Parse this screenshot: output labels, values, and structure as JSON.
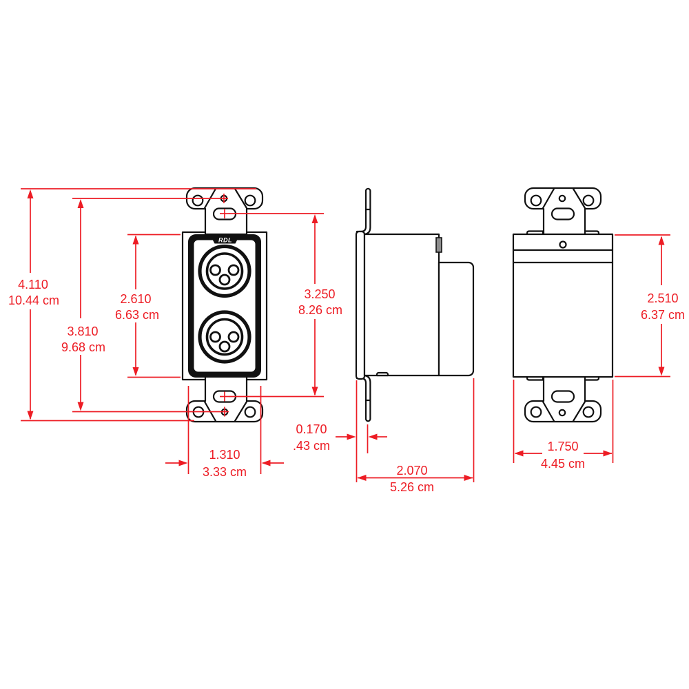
{
  "logo": "RDL",
  "colors": {
    "line": "#111111",
    "dimension": "#ed1c24",
    "background": "#ffffff",
    "ground_tab_fill": "#8d8d8d"
  },
  "dimensions": {
    "overall_height": {
      "in": "4.110",
      "cm": "10.44 cm"
    },
    "mount_hole_spacing": {
      "in": "3.810",
      "cm": "9.68 cm"
    },
    "insert_height": {
      "in": "2.610",
      "cm": "6.63 cm"
    },
    "slot_spacing": {
      "in": "3.250",
      "cm": "8.26 cm"
    },
    "insert_width": {
      "in": "1.310",
      "cm": "3.33 cm"
    },
    "plate_thickness": {
      "in": "0.170",
      "cm": ".43 cm"
    },
    "mounting_depth": {
      "in": "2.070",
      "cm": "5.26 cm"
    },
    "rear_body_width": {
      "in": "1.750",
      "cm": "4.45 cm"
    },
    "rear_body_height": {
      "in": "2.510",
      "cm": "6.37 cm"
    }
  }
}
